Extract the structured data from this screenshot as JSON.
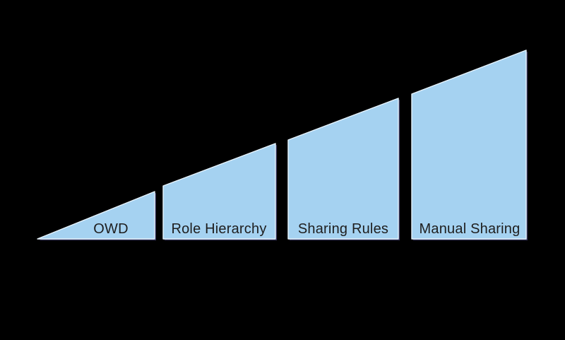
{
  "diagram": {
    "background_color": "#000000",
    "step_fill_color": "#A5D2F1",
    "step_rim_color": "#E7F4FD",
    "step_shadow_color": "#3A3A64",
    "label_color": "#1E1E1E",
    "steps": [
      {
        "label": "OWD"
      },
      {
        "label": "Role Hierarchy"
      },
      {
        "label": "Sharing Rules"
      },
      {
        "label": "Manual Sharing"
      }
    ]
  }
}
